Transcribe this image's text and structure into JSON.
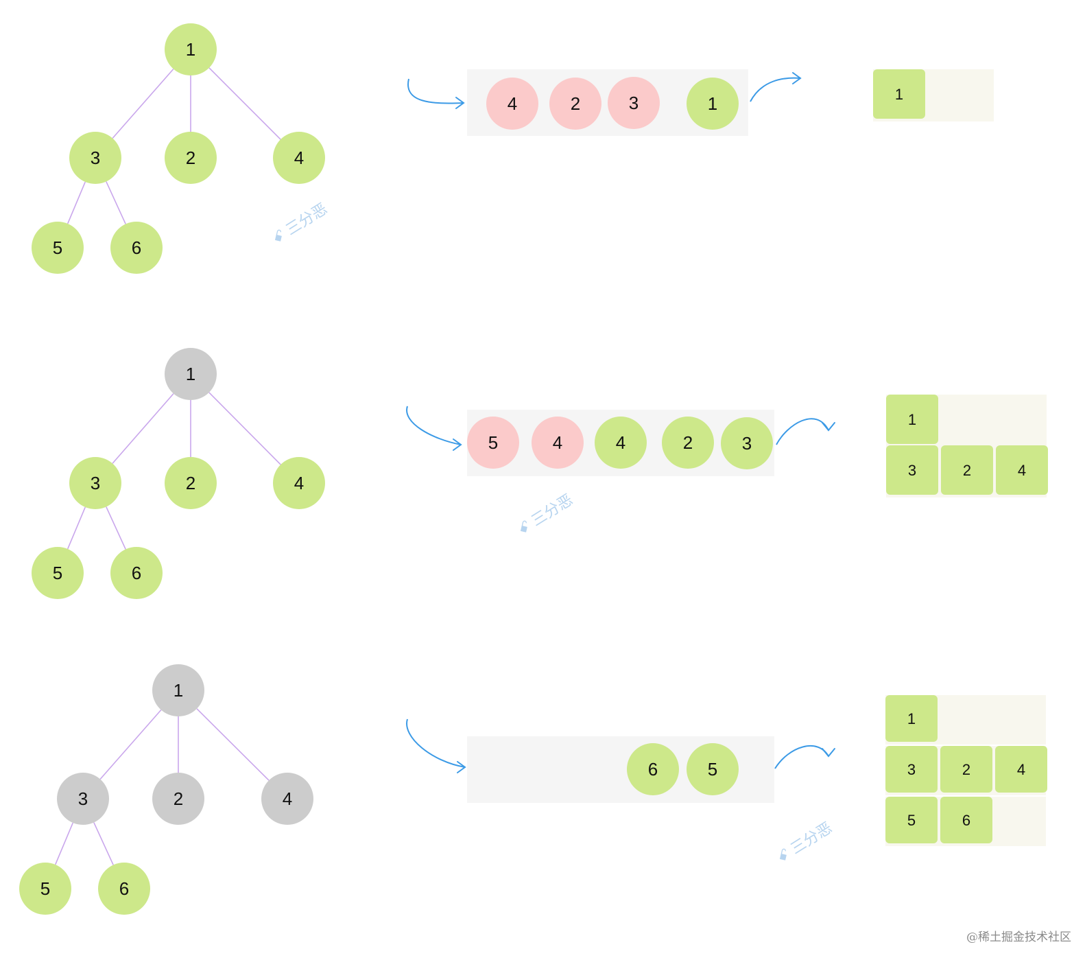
{
  "colors": {
    "node_active": "#cde88a",
    "node_visited": "#cccccc",
    "node_queued": "#fbcaca",
    "edge": "#c9a6ec",
    "queue_bg": "#f5f5f5",
    "result_bg": "#f8f7ee",
    "result_cell": "#cde88a",
    "arrow": "#3b9ae6"
  },
  "panels": [
    {
      "tree": {
        "nodes": [
          {
            "id": "n1",
            "label": "1",
            "state": "active"
          },
          {
            "id": "n3",
            "label": "3",
            "state": "active"
          },
          {
            "id": "n2",
            "label": "2",
            "state": "active"
          },
          {
            "id": "n4",
            "label": "4",
            "state": "active"
          },
          {
            "id": "n5",
            "label": "5",
            "state": "active"
          },
          {
            "id": "n6",
            "label": "6",
            "state": "active"
          }
        ]
      },
      "queue": [
        {
          "label": "4",
          "state": "queued"
        },
        {
          "label": "2",
          "state": "queued"
        },
        {
          "label": "3",
          "state": "queued"
        },
        {
          "label": "1",
          "state": "active"
        }
      ],
      "result_rows": [
        [
          "1"
        ]
      ]
    },
    {
      "tree": {
        "nodes": [
          {
            "id": "n1",
            "label": "1",
            "state": "visited"
          },
          {
            "id": "n3",
            "label": "3",
            "state": "active"
          },
          {
            "id": "n2",
            "label": "2",
            "state": "active"
          },
          {
            "id": "n4",
            "label": "4",
            "state": "active"
          },
          {
            "id": "n5",
            "label": "5",
            "state": "active"
          },
          {
            "id": "n6",
            "label": "6",
            "state": "active"
          }
        ]
      },
      "queue": [
        {
          "label": "5",
          "state": "queued"
        },
        {
          "label": "4",
          "state": "queued"
        },
        {
          "label": "4",
          "state": "active"
        },
        {
          "label": "2",
          "state": "active"
        },
        {
          "label": "3",
          "state": "active"
        }
      ],
      "result_rows": [
        [
          "1"
        ],
        [
          "3",
          "2",
          "4"
        ]
      ]
    },
    {
      "tree": {
        "nodes": [
          {
            "id": "n1",
            "label": "1",
            "state": "visited"
          },
          {
            "id": "n3",
            "label": "3",
            "state": "visited"
          },
          {
            "id": "n2",
            "label": "2",
            "state": "visited"
          },
          {
            "id": "n4",
            "label": "4",
            "state": "visited"
          },
          {
            "id": "n5",
            "label": "5",
            "state": "active"
          },
          {
            "id": "n6",
            "label": "6",
            "state": "active"
          }
        ]
      },
      "queue": [
        {
          "label": "6",
          "state": "active"
        },
        {
          "label": "5",
          "state": "active"
        }
      ],
      "result_rows": [
        [
          "1"
        ],
        [
          "3",
          "2",
          "4"
        ],
        [
          "5",
          "6"
        ]
      ]
    }
  ],
  "watermark": {
    "text": "三分恶",
    "icon": "wechat-icon"
  },
  "credit": "@稀土掘金技术社区"
}
